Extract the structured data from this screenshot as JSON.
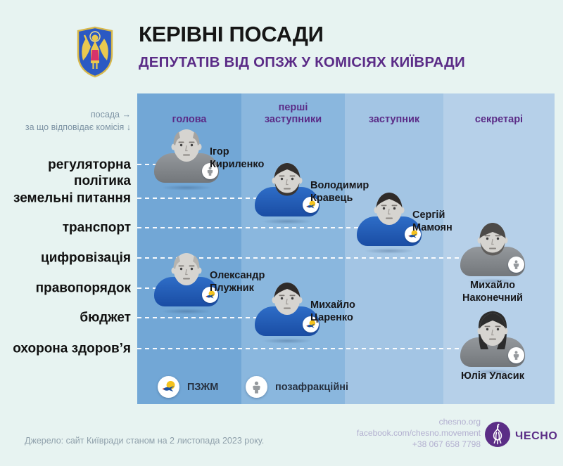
{
  "header": {
    "title": "КЕРІВНІ ПОСАДИ",
    "subtitle": "ДЕПУТАТІВ ВІД ОПЗЖ У КОМІСІЯХ КИЇВРАДИ"
  },
  "axis": {
    "col_hint": "посада →",
    "row_hint": "за що відповідає комісія ↓"
  },
  "columns": [
    {
      "label": "голова"
    },
    {
      "label": "перші\nзаступники"
    },
    {
      "label": "заступник"
    },
    {
      "label": "секретарі"
    }
  ],
  "rows": [
    "регуляторна\nполітика",
    "земельні питання",
    "транспорт",
    "цифровізація",
    "правопорядок",
    "бюджет",
    "охорона здоров’я"
  ],
  "people": [
    {
      "name": "Ігор Кириленко",
      "name_lines": [
        "Ігор",
        "Кириленко"
      ],
      "position": "голова",
      "commission": "регуляторна політика",
      "faction": "позафракційні",
      "portrait": "elder-bald"
    },
    {
      "name": "Володимир Кравець",
      "name_lines": [
        "Володимир",
        "Кравець"
      ],
      "position": "перші заступники",
      "commission": "земельні питання",
      "faction": "ПЗЖМ",
      "portrait": "beard-dark"
    },
    {
      "name": "Сергій Мамоян",
      "name_lines": [
        "Сергій",
        "Мамоян"
      ],
      "position": "заступник",
      "commission": "транспорт",
      "faction": "ПЗЖМ",
      "portrait": "dark-short"
    },
    {
      "name": "Михайло Наконечний",
      "name_lines": [
        "Михайло",
        "Наконечний"
      ],
      "position": "секретарі",
      "commission": "цифровізація",
      "faction": "позафракційні",
      "portrait": "beard-grey"
    },
    {
      "name": "Олександр Плужник",
      "name_lines": [
        "Олександр",
        "Плужник"
      ],
      "position": "голова",
      "commission": "правопорядок",
      "faction": "ПЗЖМ",
      "portrait": "bald"
    },
    {
      "name": "Михайло Царенко",
      "name_lines": [
        "Михайло",
        "Царенко"
      ],
      "position": "перші заступники",
      "commission": "бюджет",
      "faction": "ПЗЖМ",
      "portrait": "dark-short"
    },
    {
      "name": "Юлія Уласик",
      "name_lines": [
        "Юлія Уласик"
      ],
      "position": "секретарі",
      "commission": "охорона здоров’я",
      "faction": "позафракційні",
      "portrait": "woman-long"
    }
  ],
  "legend": [
    {
      "label": "ПЗЖМ",
      "icon": "pzhm-bird-icon"
    },
    {
      "label": "позафракційні",
      "icon": "nonfaction-person-icon"
    }
  ],
  "footer": {
    "source": "Джерело: сайт Київради станом на 2 листопада 2023 року.",
    "site": "chesno.org",
    "facebook": "facebook.com/chesno.movement",
    "phone": "+38 067 658 7798",
    "logo_text": "ЧЕСНО"
  },
  "colors": {
    "page_bg": "#e7f3f1",
    "accent_purple": "#5b2c87",
    "title_color": "#161616",
    "column_colors": [
      "#72a7d6",
      "#8ab7de",
      "#a3c5e4",
      "#b6d0e9"
    ],
    "faction_blue": "#1d57b0",
    "faction_gray": "#82868a",
    "hint_gray": "#7d93a4",
    "source_gray": "#8fa0ab",
    "contact_lavender": "#b3b0d0"
  }
}
